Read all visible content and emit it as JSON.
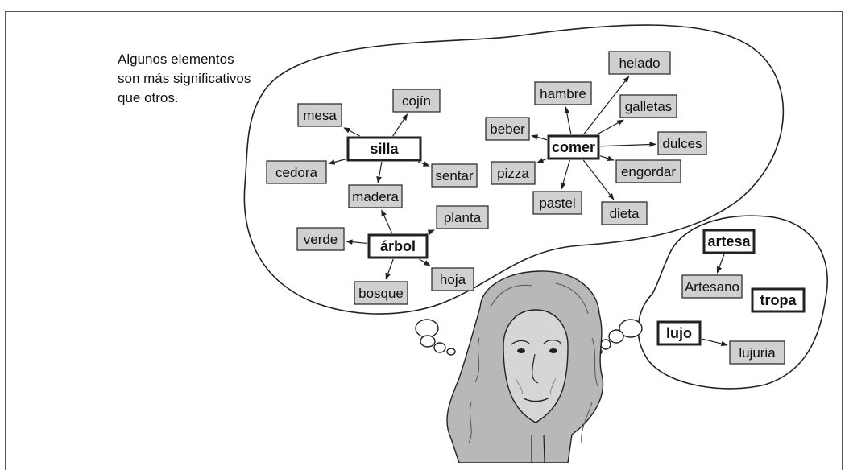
{
  "caption": [
    "Algunos elementos",
    "son más significativos",
    "que otros."
  ],
  "colors": {
    "leaf_fill": "#d0d0d0",
    "root_fill": "#ffffff",
    "stroke": "#222222",
    "hair": "#b8b8b8",
    "face": "#cfcfcf"
  },
  "thought_bubbles": [
    {
      "name": "general-memory-bubble",
      "clusters": [
        {
          "root": "silla",
          "leaves": [
            "mesa",
            "cojín",
            "cedora",
            "madera",
            "sentar"
          ]
        },
        {
          "root": "árbol",
          "leaves": [
            "madera",
            "planta",
            "verde",
            "bosque",
            "hoja"
          ]
        },
        {
          "root": "comer",
          "leaves": [
            "helado",
            "hambre",
            "galletas",
            "beber",
            "dulces",
            "pizza",
            "engordar",
            "pastel",
            "dieta"
          ]
        }
      ]
    },
    {
      "name": "new-words-bubble",
      "clusters": [
        {
          "root": "artesa",
          "leaves": [
            "Artesano"
          ]
        },
        {
          "root": "tropa",
          "leaves": []
        },
        {
          "root": "lujo",
          "leaves": [
            "lujuria"
          ]
        }
      ]
    }
  ]
}
